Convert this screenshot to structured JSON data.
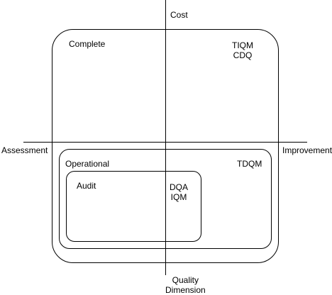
{
  "axes": {
    "top": "Cost",
    "left": "Assessment",
    "right": "Improvement",
    "bottom": [
      "Quality",
      "Dimension"
    ]
  },
  "regions": {
    "complete": {
      "label": "Complete",
      "items": [
        "TIQM",
        "CDQ"
      ]
    },
    "operational": {
      "label": "Operational",
      "items": [
        "TDQM"
      ]
    },
    "audit": {
      "label": "Audit",
      "items": [
        "DQA",
        "IQM"
      ]
    }
  },
  "colors": {
    "stroke": "#000000",
    "background": "#ffffff"
  }
}
